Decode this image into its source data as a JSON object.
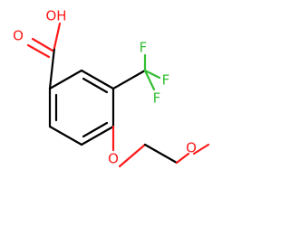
{
  "labels": {
    "hydroxyl": "OH",
    "carbonyl_oxygen": "O",
    "fluorine_top": "F",
    "fluorine_right": "F",
    "fluorine_lower": "F",
    "ether_oxygen": "O",
    "methoxy_oxygen": "O"
  },
  "colors": {
    "bond": "#000000",
    "oxygen": "#ff1a1a",
    "fluorine": "#33bf33",
    "background": "#ffffff"
  }
}
